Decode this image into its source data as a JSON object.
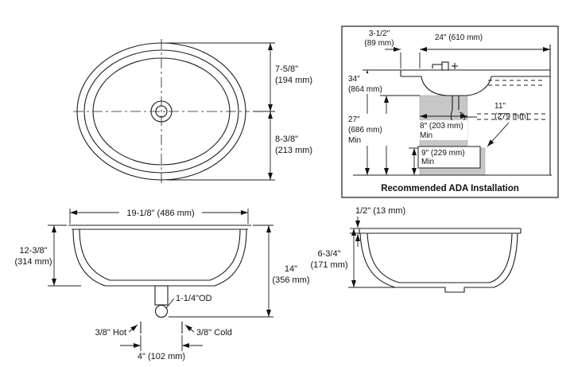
{
  "plan_view": {
    "dim_top_in": "7-5/8\"",
    "dim_top_mm": "(194 mm)",
    "dim_bottom_in": "8-3/8\"",
    "dim_bottom_mm": "(213 mm)"
  },
  "ada": {
    "title": "Recommended ADA Installation",
    "dim_setback_in": "3-1/2\"",
    "dim_setback_mm": "(89 mm)",
    "dim_counter_depth": "24\" (610 mm)",
    "dim_rim_height_in": "34\"",
    "dim_rim_height_mm": "(864 mm)",
    "dim_knee_height_in": "27\"",
    "dim_knee_height_mm": "(686 mm)",
    "dim_knee_height_min": "Min",
    "dim_knee_depth": "8\" (203 mm)",
    "dim_knee_depth_min": "Min",
    "dim_toe_depth_in": "11\"",
    "dim_toe_depth_mm": "(279 mm)",
    "dim_toe_height": "9\" (229 mm)",
    "dim_toe_height_min": "Min"
  },
  "front_view": {
    "dim_width": "19-1/8\" (486 mm)",
    "dim_basin_depth_in": "12-3/8\"",
    "dim_basin_depth_mm": "(314 mm)",
    "dim_overall_in": "14\"",
    "dim_overall_mm": "(356 mm)",
    "drain_label": "1-1/4\"OD",
    "hot_label": "3/8\" Hot",
    "cold_label": "3/8\" Cold",
    "dim_supply_spacing": "4\" (102 mm)"
  },
  "side_view": {
    "dim_rim": "1/2\" (13 mm)",
    "dim_depth_in": "6-3/4\"",
    "dim_depth_mm": "(171 mm)"
  },
  "colors": {
    "line": "#1c1c1c",
    "shade": "#c7c7c7",
    "background": "#ffffff"
  }
}
